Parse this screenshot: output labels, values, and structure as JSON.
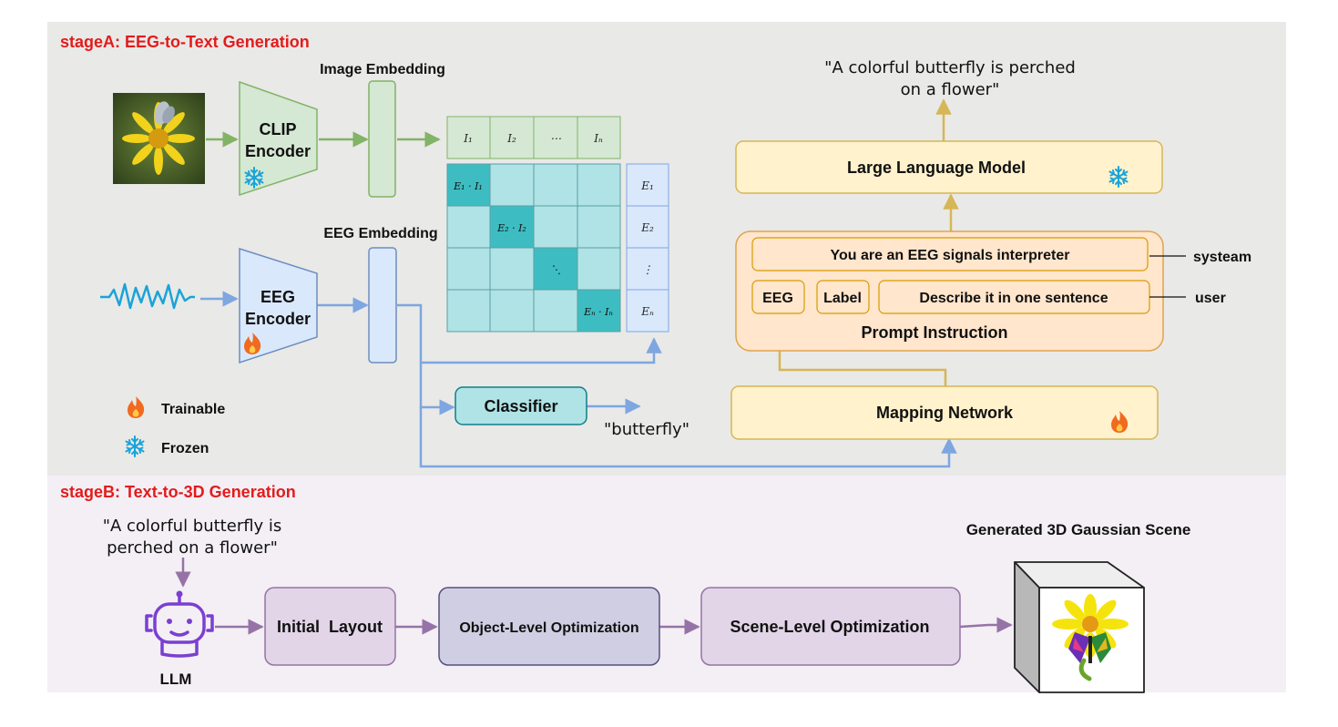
{
  "stage_a": {
    "title": "stageA: EEG-to-Text Generation",
    "image_embedding_label": "Image Embedding",
    "eeg_embedding_label": "EEG Embedding",
    "clip_encoder": {
      "line1": "CLIP",
      "line2": "Encoder"
    },
    "eeg_encoder": {
      "line1": "EEG",
      "line2": "Encoder"
    },
    "image_tokens": [
      "I₁",
      "I₂",
      "⋯",
      "Iₙ"
    ],
    "eeg_tokens": [
      "E₁",
      "E₂",
      "⋮",
      "Eₙ"
    ],
    "diag_cells": [
      "E₁ · I₁",
      "E₂ · I₂",
      "⋱",
      "Eₙ · Iₙ"
    ],
    "classifier_label": "Classifier",
    "classifier_output": "\"butterfly\"",
    "legend": {
      "trainable": "Trainable",
      "frozen": "Frozen"
    },
    "llm_output": {
      "line1": "\"A colorful butterfly is perched",
      "line2": "on a flower\""
    },
    "llm_box_label": "Large Language Model",
    "prompt": {
      "system_text": "You are an EEG signals interpreter",
      "eeg_chip": "EEG",
      "label_chip": "Label",
      "user_text": "Describe it in one sentence",
      "title": "Prompt Instruction",
      "system_tag": "systeam",
      "user_tag": "user"
    },
    "mapping_network_label": "Mapping Network"
  },
  "stage_b": {
    "title": "stageB: Text-to-3D Generation",
    "input_text": {
      "line1": "\"A colorful butterfly is",
      "line2": "perched on a flower\""
    },
    "llm_label": "LLM",
    "steps": [
      "Initial  Layout",
      "Object-Level Optimization",
      "Scene-Level Optimization"
    ],
    "output_label": "Generated 3D Gaussian Scene"
  },
  "colors": {
    "stage_title": "#e21c1c",
    "panel_a_bg": "#e9e9e7",
    "panel_b_bg": "#f3eff5",
    "green_arrow": "#82b366",
    "blue_arrow": "#7ea6e0",
    "gold_arrow": "#d6b656",
    "purple_arrow": "#9673a6",
    "teal_cell": "#b0e3e6",
    "teal_diag": "#3dbdc2"
  },
  "icons": [
    "snowflake-icon",
    "flame-icon",
    "robot-icon",
    "butterfly-flower-photo",
    "eeg-waveform-icon",
    "3d-cube-icon"
  ]
}
